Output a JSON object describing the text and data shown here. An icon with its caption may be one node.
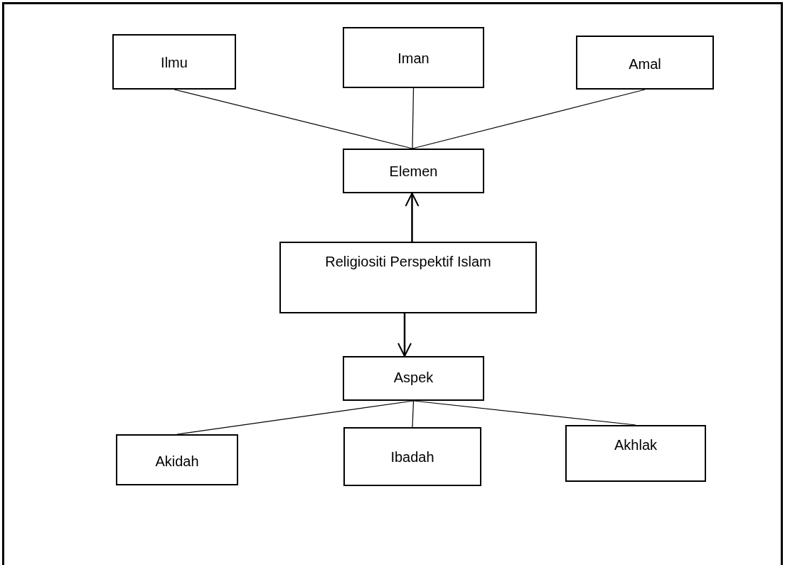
{
  "diagram": {
    "nodes": [
      {
        "text": [
          "Ilmu"
        ]
      },
      {
        "text": [
          "Iman"
        ]
      },
      {
        "text": [
          "Amal"
        ]
      },
      {
        "text": [
          "Elemen"
        ]
      },
      {
        "text": [
          "Religiositi Perspektif Islam"
        ]
      },
      {
        "text": [
          "Aspek"
        ]
      },
      {
        "text": [
          "Akidah"
        ]
      },
      {
        "text": [
          "Ibadah"
        ]
      },
      {
        "text": [
          "Akhlak"
        ]
      }
    ],
    "edges": [
      {
        "from": 0,
        "to": 3,
        "arrow": "none"
      },
      {
        "from": 1,
        "to": 3,
        "arrow": "none"
      },
      {
        "from": 2,
        "to": 3,
        "arrow": "none"
      },
      {
        "from": 4,
        "to": 3,
        "arrow": "to"
      },
      {
        "from": 4,
        "to": 5,
        "arrow": "to"
      },
      {
        "from": 5,
        "to": 6,
        "arrow": "none"
      },
      {
        "from": 5,
        "to": 7,
        "arrow": "none"
      },
      {
        "from": 5,
        "to": 8,
        "arrow": "none"
      }
    ]
  }
}
